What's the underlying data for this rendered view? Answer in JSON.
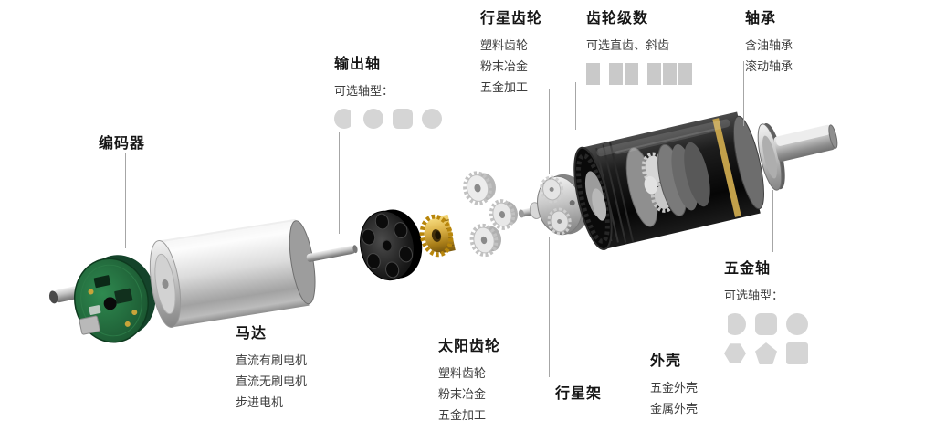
{
  "page": {
    "background": "#ffffff"
  },
  "colors": {
    "heading": "#151515",
    "body_text": "#3d3d3d",
    "leader_line": "#a6a6a6",
    "icon_gray": "#d5d5d5",
    "stage_icon_gray": "#c9c9c9",
    "pcb_green": "#1d5c34",
    "brass_gold": "#c9a240"
  },
  "callouts": {
    "encoder": {
      "title": "编码器"
    },
    "output_shaft": {
      "title": "输出轴",
      "subtitle": "可选轴型：",
      "shaft_type_icons": [
        "d-cut-shaft-icon",
        "round-shaft-icon",
        "rounded-square-shaft-icon",
        "round-shaft-icon"
      ]
    },
    "planetary_gear": {
      "title": "行星齿轮",
      "items": [
        "塑料齿轮",
        "粉末冶金",
        "五金加工"
      ]
    },
    "gear_stages": {
      "title": "齿轮级数",
      "subtitle": "可选直齿、斜齿",
      "stage_icons": [
        "one-stage-icon",
        "two-stage-icon",
        "three-stage-icon"
      ]
    },
    "bearing": {
      "title": "轴承",
      "items": [
        "含油轴承",
        "滚动轴承"
      ]
    },
    "motor": {
      "title": "马达",
      "items": [
        "直流有刷电机",
        "直流无刷电机",
        "步进电机"
      ]
    },
    "sun_gear": {
      "title": "太阳齿轮",
      "items": [
        "塑料齿轮",
        "粉末冶金",
        "五金加工"
      ]
    },
    "planet_carrier": {
      "title": "行星架"
    },
    "housing": {
      "title": "外壳",
      "items": [
        "五金外壳",
        "金属外壳"
      ]
    },
    "metal_shaft": {
      "title": "五金轴",
      "subtitle": "可选轴型：",
      "shaft_type_icons_row1": [
        "d-cut-shaft-icon",
        "rounded-square-shaft-icon",
        "round-shaft-icon"
      ],
      "shaft_type_icons_row2": [
        "hexagon-shaft-icon",
        "pentagon-shaft-icon",
        "square-shaft-icon"
      ]
    }
  },
  "illustration": {
    "parts": [
      "encoder-pcb",
      "motor-body",
      "motor-shaft",
      "gearbox-end-cap",
      "sun-gear-pinion",
      "planetary-gears",
      "planet-carrier",
      "gearbox-housing",
      "front-plate",
      "output-shaft"
    ]
  }
}
